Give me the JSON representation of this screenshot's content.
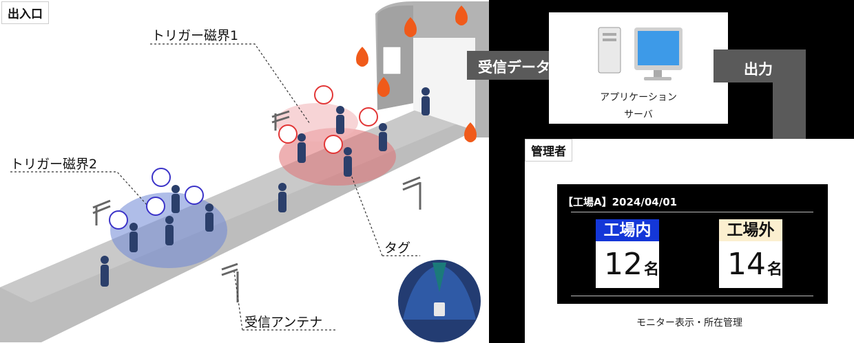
{
  "entrance": {
    "label": "出入口"
  },
  "labels": {
    "trigger1": "トリガー磁界1",
    "trigger2": "トリガー磁界2",
    "tag": "タグ",
    "antenna": "受信アンテナ"
  },
  "flow": {
    "received_data": "受信データ",
    "output": "出力"
  },
  "server": {
    "line1": "アプリケーション",
    "line2": "サーバ"
  },
  "admin": {
    "title": "管理者",
    "caption": "モニター表示・所在管理"
  },
  "monitor": {
    "header": "【工場A】2024/04/01",
    "inside": {
      "label": "工場内",
      "count": "12",
      "unit": "名"
    },
    "outside": {
      "label": "工場外",
      "count": "14",
      "unit": "名"
    }
  },
  "colors": {
    "inside_header": "#1437d8",
    "outside_header": "#fbefcf",
    "arrow": "#5a5a5a",
    "zone_red": "#e06f73",
    "zone_blue": "#6e87d6",
    "fire": "#f05a1a"
  }
}
